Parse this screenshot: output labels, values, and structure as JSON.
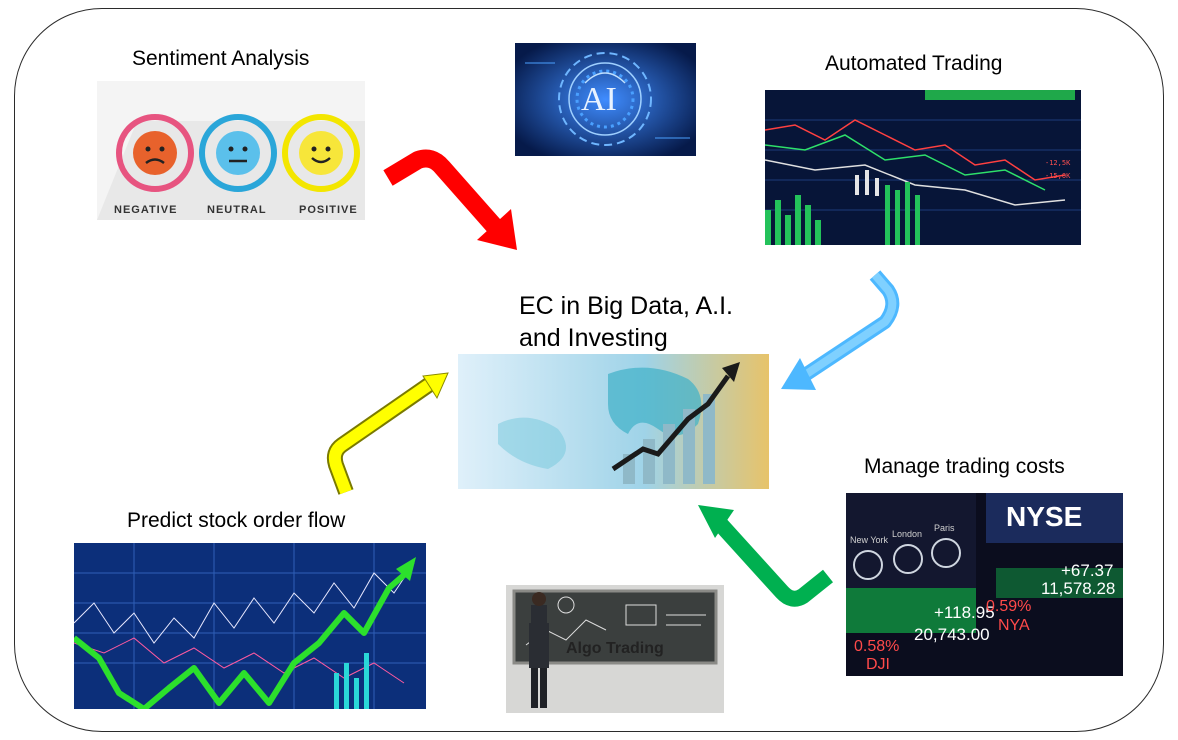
{
  "center": {
    "title_line1": "EC in Big Data, A.I.",
    "title_line2": "and Investing"
  },
  "nodes": {
    "sentiment": {
      "label": "Sentiment Analysis",
      "faces": [
        "NEGATIVE",
        "NEUTRAL",
        "POSITIVE"
      ]
    },
    "ai": {
      "badge": "AI"
    },
    "automated": {
      "label": "Automated Trading"
    },
    "costs": {
      "label": "Manage trading costs",
      "board_exchange": "NYSE",
      "board_cities": [
        "New York",
        "London",
        "Paris"
      ],
      "board_values": [
        "+118.95",
        "20,743.00",
        "0.58%",
        "DJI",
        "0.59%",
        "NYA",
        "+67.37",
        "11,578.28"
      ]
    },
    "predict": {
      "label": "Predict stock order flow"
    },
    "algo": {
      "sign": "Algo Trading"
    }
  },
  "arrow_colors": {
    "sentiment": "#ff0000",
    "automated": "#4db8ff",
    "costs": "#00b050",
    "predict": "#ffff00"
  }
}
